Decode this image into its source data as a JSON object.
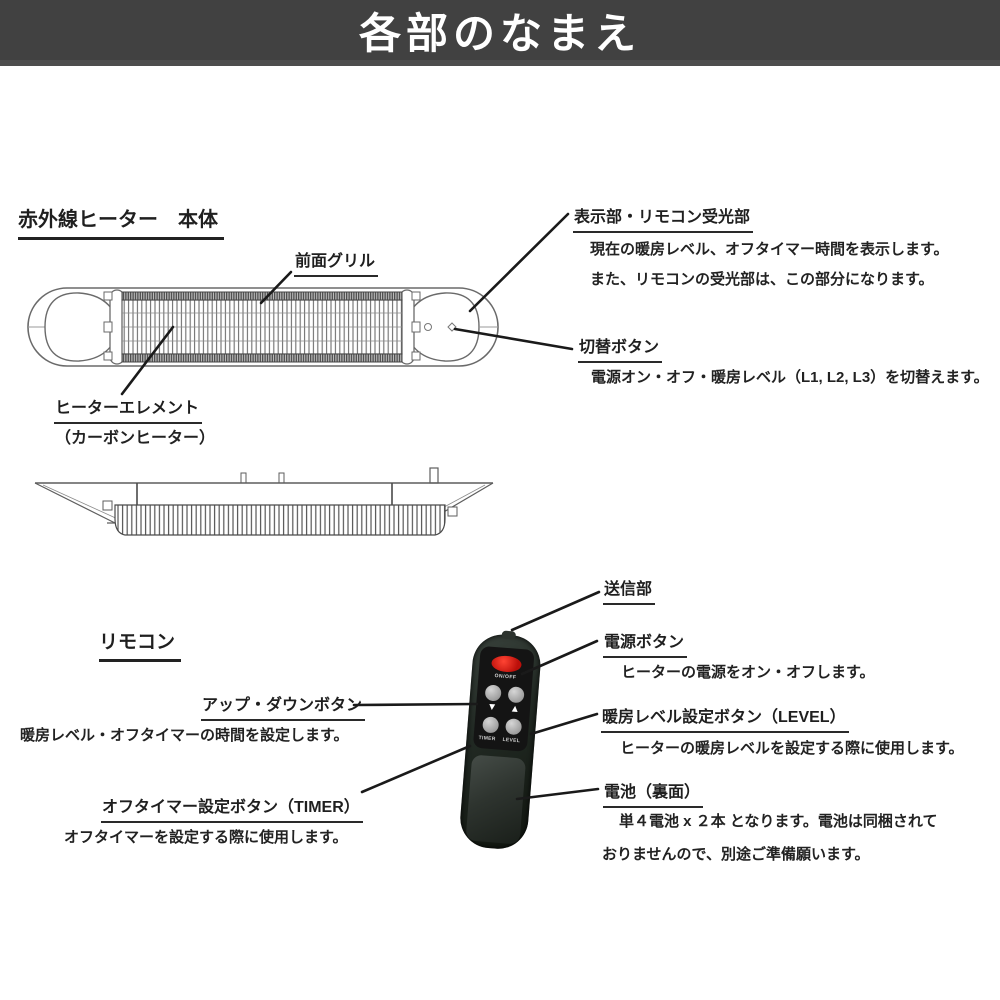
{
  "banner": {
    "title": "各部のなまえ"
  },
  "heater": {
    "heading": "赤外線ヒーター　本体",
    "front_grill": "前面グリル",
    "display_title": "表示部・リモコン受光部",
    "display_desc1": "現在の暖房レベル、オフタイマー時間を表示します。",
    "display_desc2": "また、リモコンの受光部は、この部分になります。",
    "switch_title": "切替ボタン",
    "switch_desc": "電源オン・オフ・暖房レベル（L1, L2, L3）を切替えます。",
    "element_title": "ヒーターエレメント",
    "element_sub": "（カーボンヒーター）"
  },
  "remote": {
    "heading": "リモコン",
    "transmitter_title": "送信部",
    "power_title": "電源ボタン",
    "power_desc": "ヒーターの電源をオン・オフします。",
    "updown_title": "アップ・ダウンボタン",
    "updown_desc": "暖房レベル・オフタイマーの時間を設定します。",
    "level_title": "暖房レベル設定ボタン（LEVEL）",
    "level_desc": "ヒーターの暖房レベルを設定する際に使用します。",
    "timer_title": "オフタイマー設定ボタン（TIMER）",
    "timer_desc": "オフタイマーを設定する際に使用します。",
    "battery_title": "電池（裏面）",
    "battery_desc1": "単４電池 x ２本 となります。電池は同梱されて",
    "battery_desc2": "おりませんので、別途ご準備願います。",
    "device": {
      "power_label": "ON/OFF",
      "down_glyph": "▼",
      "up_glyph": "▲",
      "timer_label": "TIMER",
      "level_label": "LEVEL"
    }
  },
  "colors": {
    "banner_bg": "#414141",
    "text": "#1f1f1f",
    "leader_line": "#1a1a1a",
    "remote_body": "#242b26",
    "remote_panel": "#141414",
    "power_red": "#c01510",
    "button_gray": "#b8b8b8",
    "battery_cover": "#343a35"
  }
}
